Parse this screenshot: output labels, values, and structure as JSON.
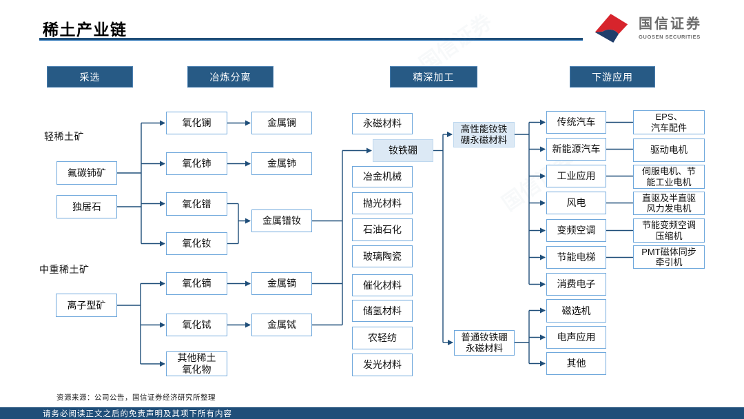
{
  "page": {
    "title": "稀土产业链",
    "source_note": "资源来源：公司公告，国信证券经济研究所整理",
    "footer": "请务必阅读正文之后的免责声明及其项下所有内容"
  },
  "logo": {
    "name_cn": "国信证券",
    "name_en": "GUOSEN SECURITIES"
  },
  "colors": {
    "stage_bg": "#275A85",
    "box_border": "#6FA8DC",
    "highlight_fill": "#DCE9F5",
    "line": "#1F4E79",
    "footer_bg": "#1F4E79",
    "logo_red": "#D7242C",
    "logo_navy": "#203E6B"
  },
  "stages": [
    {
      "label": "采选"
    },
    {
      "label": "冶炼分离"
    },
    {
      "label": "精深加工"
    },
    {
      "label": "下游应用"
    }
  ],
  "groups": {
    "light": "轻稀土矿",
    "heavy": "中重稀土矿"
  },
  "ores": [
    "氟碳铈矿",
    "独居石",
    "离子型矿"
  ],
  "oxides": [
    "氧化镧",
    "氧化铈",
    "氧化镨",
    "氧化钕",
    "氧化镝",
    "氧化铽",
    "其他稀土\n氧化物"
  ],
  "metals": [
    "金属镧",
    "金属铈",
    "金属镨钕",
    "金属镝",
    "金属铽"
  ],
  "materials": [
    "永磁材料",
    "钕铁硼",
    "冶金机械",
    "抛光材料",
    "石油石化",
    "玻璃陶瓷",
    "催化材料",
    "储氢材料",
    "农轻纺",
    "发光材料"
  ],
  "magnets": [
    "高性能钕铁\n硼永磁材料",
    "普通钕铁硼\n永磁材料"
  ],
  "applications": [
    "传统汽车",
    "新能源汽车",
    "工业应用",
    "风电",
    "变频空调",
    "节能电梯",
    "消费电子",
    "磁选机",
    "电声应用",
    "其他"
  ],
  "products": [
    "EPS、\n汽车配件",
    "驱动电机",
    "伺服电机、节\n能工业电机",
    "直驱及半直驱\n风力发电机",
    "节能变频空调\n压缩机",
    "PMT磁体同步\n牵引机"
  ]
}
